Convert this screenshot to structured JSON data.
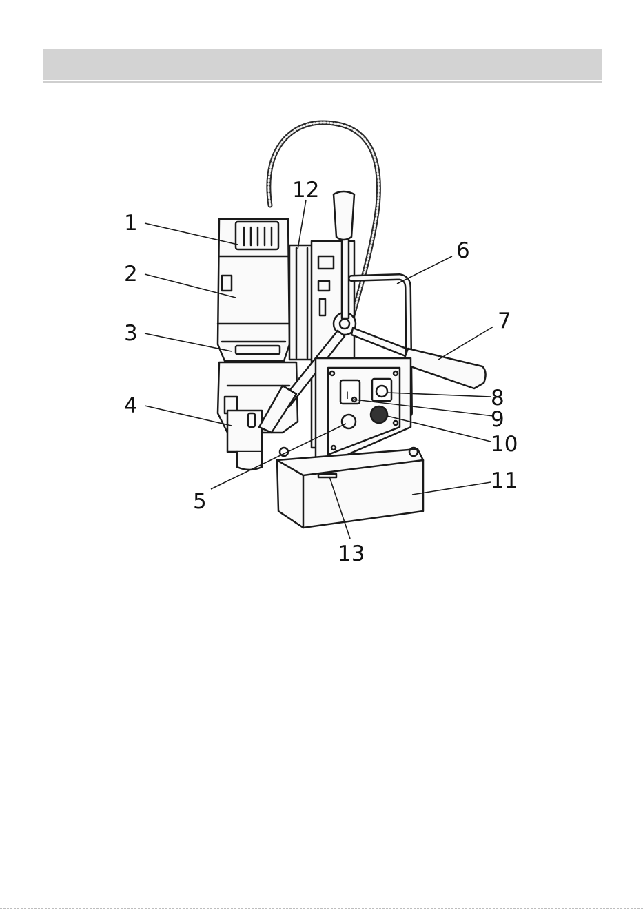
{
  "header": {
    "title": ""
  },
  "diagram": {
    "callouts": [
      {
        "label": "1"
      },
      {
        "label": "2"
      },
      {
        "label": "3"
      },
      {
        "label": "4"
      },
      {
        "label": "5"
      },
      {
        "label": "6"
      },
      {
        "label": "7"
      },
      {
        "label": "8"
      },
      {
        "label": "9"
      },
      {
        "label": "10"
      },
      {
        "label": "11"
      },
      {
        "label": "12"
      },
      {
        "label": "13"
      }
    ],
    "switch_label": "I"
  }
}
